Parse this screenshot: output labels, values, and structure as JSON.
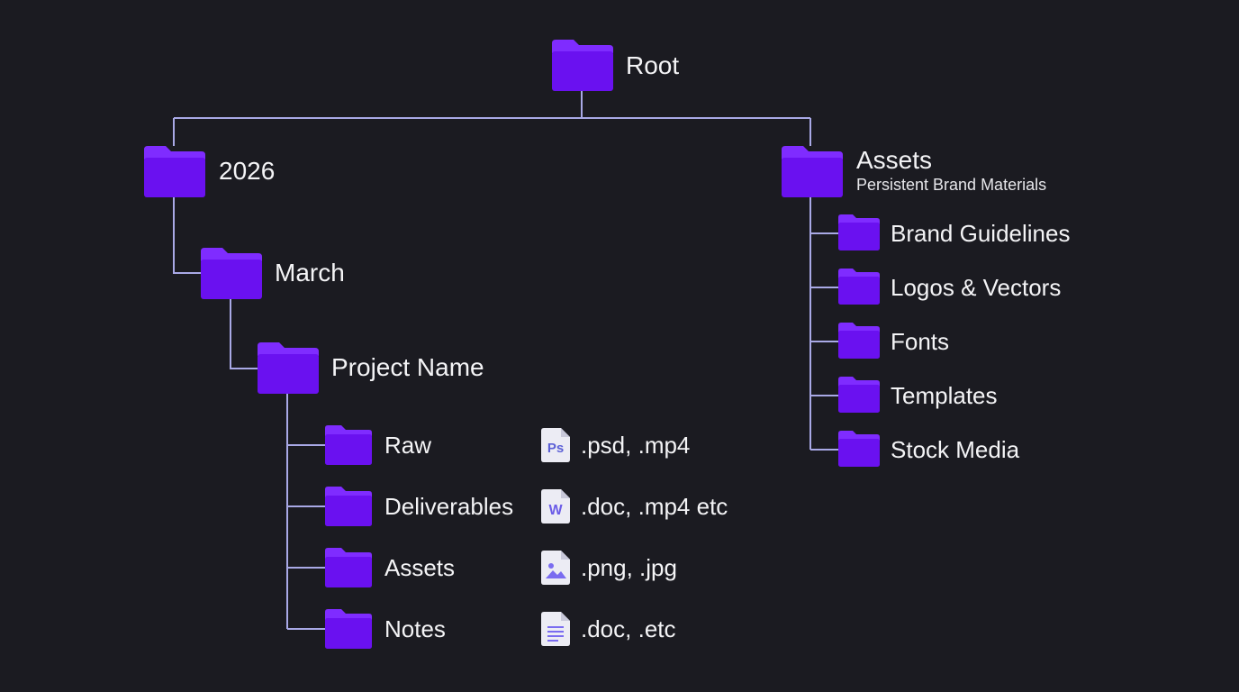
{
  "colors": {
    "background": "#1b1b21",
    "folder": "#6a11f0",
    "folder_tab": "#7f2cff",
    "connector": "#a9a9e6",
    "text": "#f4f4f6",
    "file_page": "#ececf4",
    "file_accent": "#6b5ce7"
  },
  "root": {
    "label": "Root"
  },
  "year": {
    "label": "2026"
  },
  "month": {
    "label": "March"
  },
  "project": {
    "label": "Project Name"
  },
  "project_children": [
    {
      "label": "Raw",
      "file_types": ".psd, .mp4",
      "file_icon": "photoshop-file-icon"
    },
    {
      "label": "Deliverables",
      "file_types": ".doc, .mp4 etc",
      "file_icon": "word-file-icon"
    },
    {
      "label": "Assets",
      "file_types": ".png, .jpg",
      "file_icon": "image-file-icon"
    },
    {
      "label": "Notes",
      "file_types": ".doc, .etc",
      "file_icon": "text-file-icon"
    }
  ],
  "assets": {
    "label": "Assets",
    "subtitle": "Persistent Brand Materials"
  },
  "assets_children": [
    {
      "label": "Brand Guidelines"
    },
    {
      "label": "Logos & Vectors"
    },
    {
      "label": "Fonts"
    },
    {
      "label": "Templates"
    },
    {
      "label": "Stock Media"
    }
  ],
  "file_icon_text": {
    "photoshop": "Ps",
    "word": "W"
  }
}
